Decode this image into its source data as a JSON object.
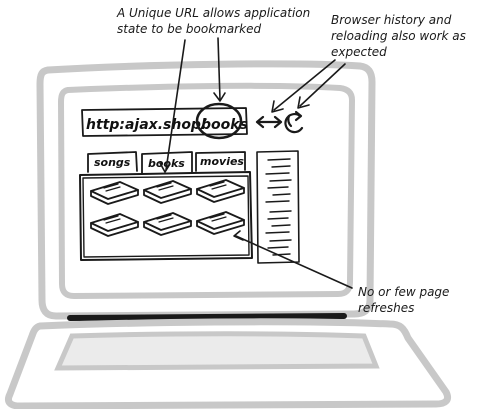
{
  "annotations": {
    "url_note": {
      "line1": "A Unique URL allows application",
      "line2": "state to be bookmarked"
    },
    "history_note": {
      "line1": "Browser history and",
      "line2": "reloading also work as",
      "line3": "expected"
    },
    "refresh_note": {
      "line1": "No or few page",
      "line2": "refreshes"
    }
  },
  "browser": {
    "url_prefix": "http:ajax.shop/",
    "url_highlight": "books",
    "nav_icon": "back-forward-arrows-icon",
    "reload_icon": "reload-icon"
  },
  "tabs": [
    {
      "label": "songs"
    },
    {
      "label": "books"
    },
    {
      "label": "movies"
    }
  ],
  "colors": {
    "ink": "#1a1a1a",
    "laptop_gray": "#c8c8c8",
    "laptop_fill": "#e9e9e9"
  }
}
